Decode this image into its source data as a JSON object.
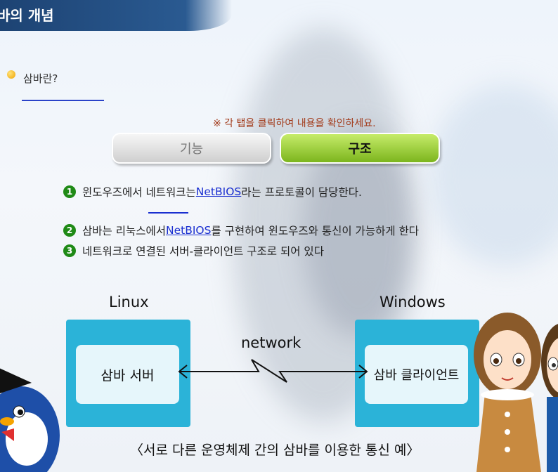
{
  "header": {
    "title": "바의 개념"
  },
  "section": {
    "title": "삼바란?"
  },
  "notice": "※ 각 탭을 클릭하여 내용을 확인하세요.",
  "tabs": [
    {
      "label": "기능",
      "active": false
    },
    {
      "label": "구조",
      "active": true
    }
  ],
  "items": [
    {
      "num": "1",
      "before": "윈도우즈에서 네트워크는 ",
      "link": "NetBIOS",
      "after": "라는 프로토콜이 담당한다."
    },
    {
      "num": "2",
      "before": "삼바는 리눅스에서 ",
      "link": "NetBIOS",
      "after": "를 구현하여 윈도우즈와 통신이 가능하게 한다"
    },
    {
      "num": "3",
      "before": "네트워크로 연결된 서버-클라이언트 구조로 되어 있다",
      "link": "",
      "after": ""
    }
  ],
  "diagram": {
    "left_os": "Linux",
    "right_os": "Windows",
    "server_label": "삼바 서버",
    "client_label": "삼바 클라이언트",
    "network_label": "network",
    "caption": "〈서로 다른 운영체제 간의 삼바를 이용한 통신 예〉"
  },
  "colors": {
    "header": "#1d4373",
    "active_tab": "#8cc63f",
    "box": "#2bb3d8",
    "number_badge": "#1f8a16",
    "link": "#1a2fd0"
  }
}
